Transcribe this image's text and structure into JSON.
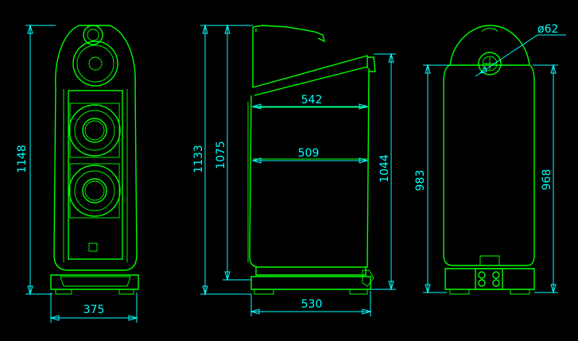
{
  "drawing": {
    "line_color": "#00ff00",
    "dimension_color": "#00ffff",
    "background": "#000000"
  },
  "dimensions": {
    "front_height": "1148",
    "front_width": "375",
    "side_total_height": "1133",
    "side_body_height": "1075",
    "side_cabinet_height": "1044",
    "side_top_depth": "542",
    "side_mid_depth": "509",
    "side_base_depth": "530",
    "rear_body_height_left": "983",
    "rear_body_height_right": "968",
    "rear_terminal_diameter": "ø62"
  }
}
